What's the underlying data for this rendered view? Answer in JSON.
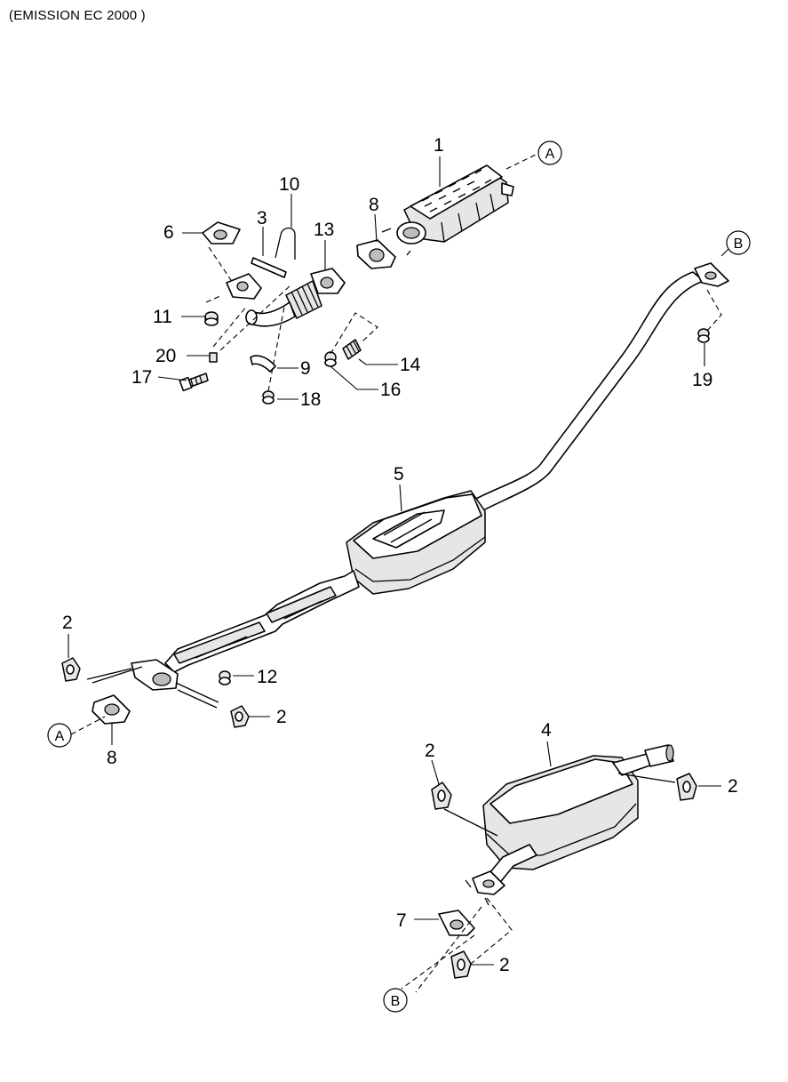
{
  "header": {
    "title": "(EMISSION EC 2000 )"
  },
  "callouts": [
    {
      "id": "c1",
      "text": "1"
    },
    {
      "id": "c2a",
      "text": "2"
    },
    {
      "id": "c2b",
      "text": "2"
    },
    {
      "id": "c2c",
      "text": "2"
    },
    {
      "id": "c2d",
      "text": "2"
    },
    {
      "id": "c2e",
      "text": "2"
    },
    {
      "id": "c3",
      "text": "3"
    },
    {
      "id": "c4",
      "text": "4"
    },
    {
      "id": "c5",
      "text": "5"
    },
    {
      "id": "c6",
      "text": "6"
    },
    {
      "id": "c7",
      "text": "7"
    },
    {
      "id": "c8a",
      "text": "8"
    },
    {
      "id": "c8b",
      "text": "8"
    },
    {
      "id": "c9",
      "text": "9"
    },
    {
      "id": "c10",
      "text": "10"
    },
    {
      "id": "c11",
      "text": "11"
    },
    {
      "id": "c12",
      "text": "12"
    },
    {
      "id": "c13",
      "text": "13"
    },
    {
      "id": "c14",
      "text": "14"
    },
    {
      "id": "c16",
      "text": "16"
    },
    {
      "id": "c17",
      "text": "17"
    },
    {
      "id": "c18",
      "text": "18"
    },
    {
      "id": "c19",
      "text": "19"
    },
    {
      "id": "c20",
      "text": "20"
    }
  ],
  "references": [
    {
      "id": "refA1",
      "text": "A"
    },
    {
      "id": "refA2",
      "text": "A"
    },
    {
      "id": "refB1",
      "text": "B"
    },
    {
      "id": "refB2",
      "text": "B"
    }
  ]
}
